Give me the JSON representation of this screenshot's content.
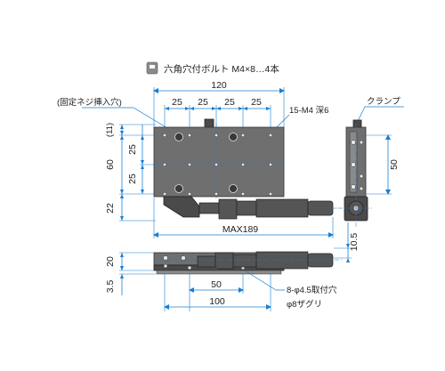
{
  "legend": {
    "icon": "hex-socket-bolt-icon",
    "text": "六角穴付ボルト M4×8…4本"
  },
  "labels": {
    "fixing_screw_hole": "(固定ネジ挿入穴)",
    "clamp": "クランプ",
    "tapped_holes": "15-M4 深6",
    "mount_holes": "8-φ4.5取付穴",
    "counterbore": "φ8ザグリ"
  },
  "dimensions": {
    "width_120": "120",
    "pitch_25_a": "25",
    "pitch_25_b": "25",
    "pitch_25_c": "25",
    "pitch_25_d": "25",
    "height_11": "(11)",
    "height_60": "60",
    "pitch_25_v1": "25",
    "pitch_25_v2": "25",
    "height_22": "22",
    "max_189": "MAX189",
    "side_50": "50",
    "side_10_5": "10.5",
    "front_20": "20",
    "front_3_5": "3.5",
    "front_50": "50",
    "front_100": "100"
  }
}
